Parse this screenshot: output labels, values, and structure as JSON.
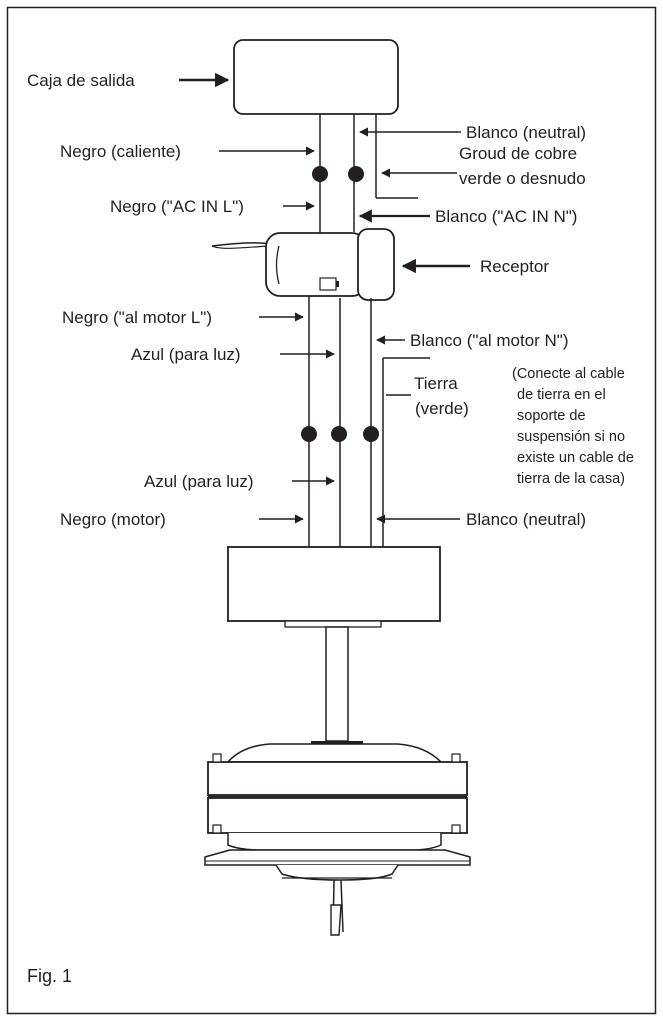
{
  "figure_label": "Fig. 1",
  "labels": {
    "outlet_box": "Caja de salida",
    "white_neutral_top": "Blanco (neutral)",
    "ground_line1": "Groud de cobre",
    "ground_line2": "verde o desnudo",
    "black_hot": "Negro (caliente)",
    "black_ac_in": "Negro (\"AC IN L\")",
    "white_ac_in": "Blanco (\"AC IN N\")",
    "receiver": "Receptor",
    "black_to_motor": "Negro (\"al motor L\")",
    "white_to_motor": "Blanco (\"al motor N\")",
    "blue_light_upper": "Azul (para luz)",
    "ground_green_line1": "Tierra",
    "ground_green_line2": "(verde)",
    "blue_light_lower": "Azul (para luz)",
    "black_motor": "Negro (motor)",
    "white_neutral_bottom": "Blanco (neutral)"
  },
  "note_lines": [
    "(Conecte al cable",
    "de tierra en el",
    "soporte de",
    "suspensión si no",
    "existe un cable de",
    "tierra de la casa)"
  ]
}
